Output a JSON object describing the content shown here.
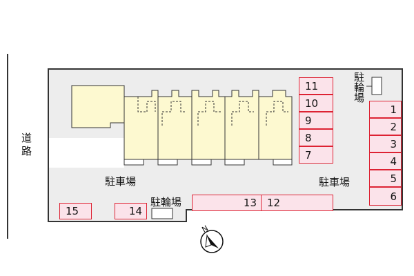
{
  "road": {
    "label": "道路"
  },
  "parking": {
    "label_left": "駐車場",
    "label_right": "駐車場",
    "right_column": [
      "1",
      "2",
      "3",
      "4",
      "5",
      "6"
    ],
    "top_column": [
      "11",
      "10",
      "9",
      "8",
      "7"
    ],
    "bottom_left": [
      "15",
      "14"
    ],
    "bottom_long": [
      "13",
      "12"
    ]
  },
  "bicycle": {
    "label_top_right": "駐輪場",
    "label_bottom": "駐輪場"
  },
  "compass": {
    "label": "N"
  },
  "colors": {
    "site_fill": "#ededed",
    "building_fill": "#fdf9d0",
    "spot_fill": "#fbe3ea",
    "spot_border": "#dd2233"
  }
}
